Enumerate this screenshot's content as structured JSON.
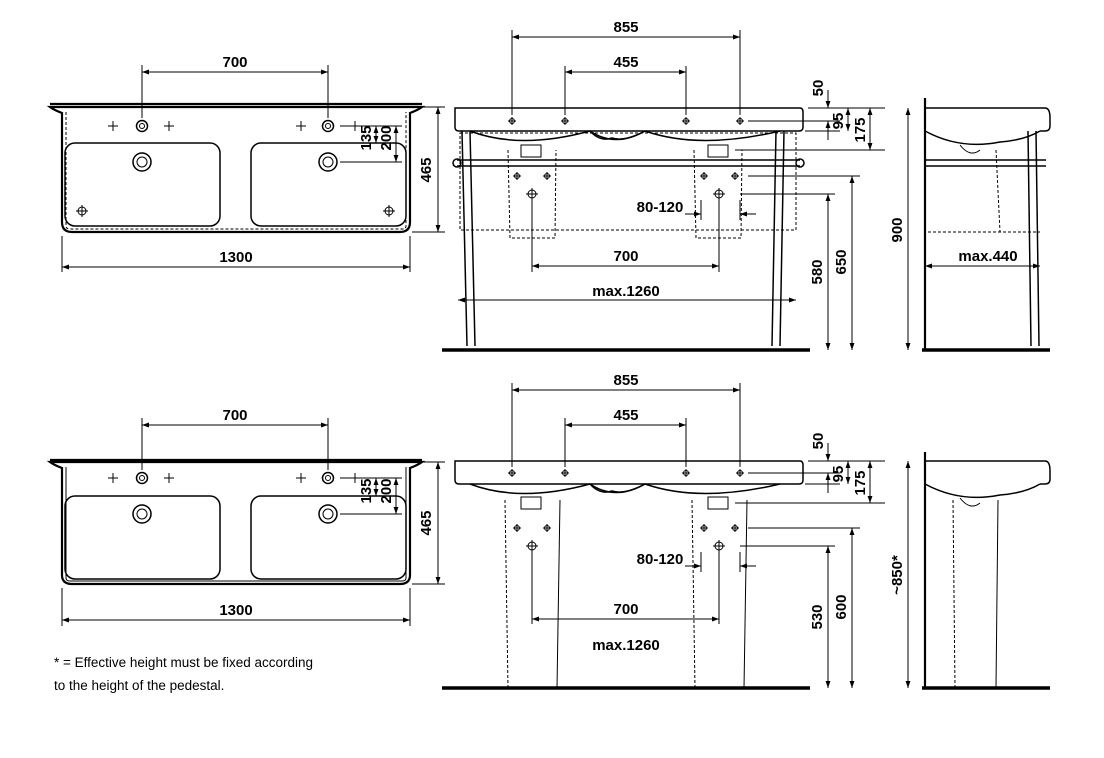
{
  "top_row": {
    "plan": {
      "tap_spacing": "700",
      "depth": "465",
      "width": "1300",
      "offset_135": "135",
      "offset_200": "200"
    },
    "front": {
      "outer_holes": "855",
      "inner_holes": "455",
      "top_50": "50",
      "top_95": "95",
      "top_175": "175",
      "trap_range": "80-120",
      "waste_spacing": "700",
      "max_width": "max.1260",
      "h_580": "580",
      "h_650": "650",
      "h_900": "900"
    },
    "side": {
      "max_depth": "max.440"
    }
  },
  "bottom_row": {
    "plan": {
      "tap_spacing": "700",
      "depth": "465",
      "width": "1300",
      "offset_135": "135",
      "offset_200": "200"
    },
    "front": {
      "outer_holes": "855",
      "inner_holes": "455",
      "top_50": "50",
      "top_95": "95",
      "top_175": "175",
      "trap_range": "80-120",
      "waste_spacing": "700",
      "max_width": "max.1260",
      "h_530": "530",
      "h_600": "600",
      "h_850": "~850*"
    }
  },
  "footnote": {
    "line1": "* = Effective height must be fixed according",
    "line2": "to the height of the pedestal."
  }
}
